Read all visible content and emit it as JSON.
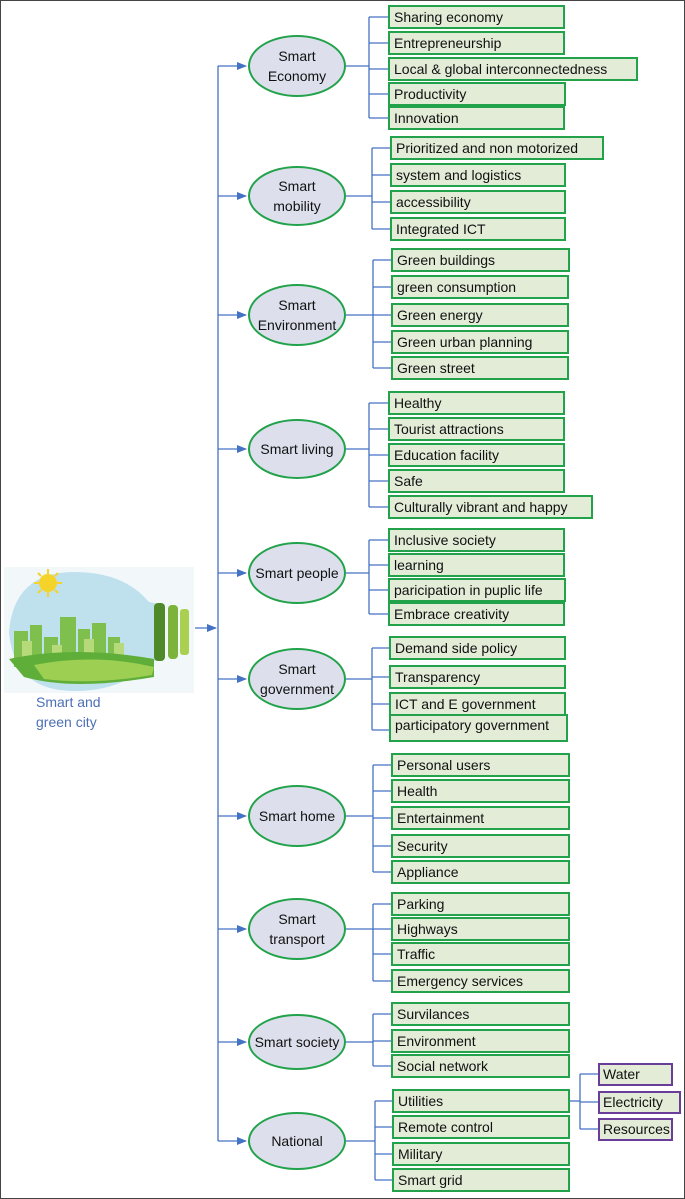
{
  "root": {
    "label": "Smart and green city",
    "image": "light-bulb-green-city-icon"
  },
  "colors": {
    "connector": "#4472c4",
    "node_fill": "#dde0ec",
    "node_border": "#22a24a",
    "leaf_fill": "#e2ecd7",
    "leaf_border": "#22a24a",
    "sub_border": "#6a3e98"
  },
  "categories": [
    {
      "label": "Smart Economy",
      "items": [
        "Sharing economy",
        "Entrepreneurship",
        "Local & global interconnectedness",
        "Productivity",
        "Innovation"
      ]
    },
    {
      "label": "Smart mobility",
      "items": [
        "Prioritized and non motorized",
        "system and logistics",
        "accessibility",
        "Integrated ICT"
      ]
    },
    {
      "label": "Smart Environment",
      "items": [
        "Green buildings",
        "green consumption",
        "Green energy",
        "Green urban planning",
        "Green street"
      ]
    },
    {
      "label": "Smart living",
      "items": [
        "Healthy",
        "Tourist attractions",
        "Education facility",
        "Safe",
        "Culturally vibrant and happy"
      ]
    },
    {
      "label": "Smart people",
      "items": [
        "Inclusive society",
        "learning",
        "paricipation in puplic life",
        "Embrace creativity"
      ]
    },
    {
      "label": "Smart government",
      "items": [
        "Demand side policy",
        "Transparency",
        "ICT and E government",
        "participatory government"
      ]
    },
    {
      "label": "Smart home",
      "items": [
        "Personal users",
        "Health",
        "Entertainment",
        "Security",
        "Appliance"
      ]
    },
    {
      "label": "Smart transport",
      "items": [
        "Parking",
        "Highways",
        "Traffic",
        "Emergency services"
      ]
    },
    {
      "label": "Smart society",
      "items": [
        "Survilances",
        "Environment",
        "Social network"
      ]
    },
    {
      "label": "National",
      "items": [
        "Utilities",
        "Remote control",
        "Military",
        "Smart grid"
      ],
      "utilities_items": [
        "Water",
        "Electricity",
        "Resources"
      ]
    }
  ]
}
